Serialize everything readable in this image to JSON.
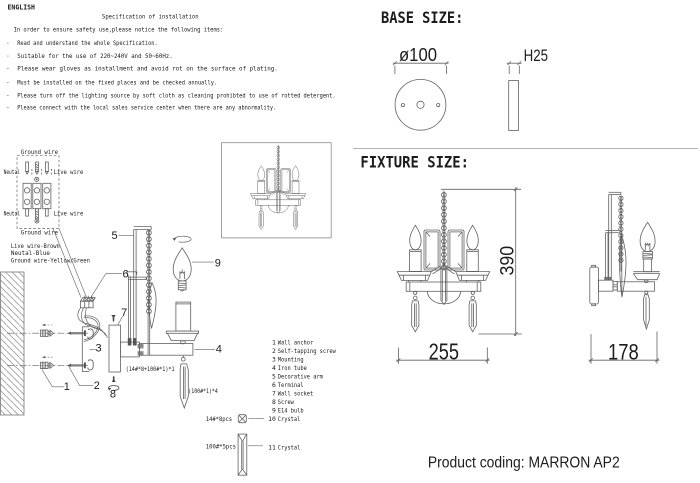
{
  "header": {
    "language": "ENGLISH",
    "title": "Specification of installation",
    "intro": "In order to ensure safety use,please notice the following items:",
    "bullet": "·",
    "items": [
      "Read and understand the whole Specification.",
      "Suitable for the use of 220~240V and 50~60Hz.",
      "Please wear gloves as installment and avoid rot on the surface of plating.",
      "Must be installed on the fixed places and be checked annually.",
      "Please turn off the lighting source by soft cloth as cleaning prohibted to use of rotted detergent.",
      "Please connect with the local sales service center when there are any abnormality."
    ]
  },
  "wiring": {
    "ground_top": "Ground wire",
    "neutral_top": "Neutal",
    "live_top": "Live wire",
    "neutral_bottom": "Neutal",
    "live_bottom": "Live wire",
    "ground_bottom": "Ground wire",
    "key": [
      "Live wire-Brown",
      "Neutal-Blue",
      "Ground wire-Yellow/Green"
    ]
  },
  "base_size": {
    "title": "BASE SIZE:",
    "diameter": "ø100",
    "height": "H25"
  },
  "fixture_size": {
    "title": "FIXTURE SIZE:",
    "width": "255",
    "height": "390",
    "depth": "178"
  },
  "parts": [
    {
      "num": "1",
      "name": "Wall anchor"
    },
    {
      "num": "2",
      "name": "Self-tapping screw"
    },
    {
      "num": "3",
      "name": "Mounting"
    },
    {
      "num": "4",
      "name": "Iron tube"
    },
    {
      "num": "5",
      "name": "Decorative arm"
    },
    {
      "num": "6",
      "name": "Terminal"
    },
    {
      "num": "7",
      "name": "Wall socket"
    },
    {
      "num": "8",
      "name": "Screw"
    },
    {
      "num": "9",
      "name": "E14 bulb"
    },
    {
      "num": "10",
      "name": "Crystal"
    },
    {
      "num": "11",
      "name": "Crystal"
    }
  ],
  "callouts": {
    "c1": "1",
    "c2": "2",
    "c3": "3",
    "c4": "4",
    "c5": "5",
    "c6": "6",
    "c7": "7",
    "c8": "8",
    "c9": "9"
  },
  "packing": {
    "arm_set": "(14#*8+100#*1)*1",
    "crystal_set": "(100#*1)*4",
    "crystal_small_qty": "14#*8pcs",
    "crystal_long_qty": "100#*5pcs"
  },
  "footer": {
    "product_coding": "Product coding: MARRON AP2"
  }
}
